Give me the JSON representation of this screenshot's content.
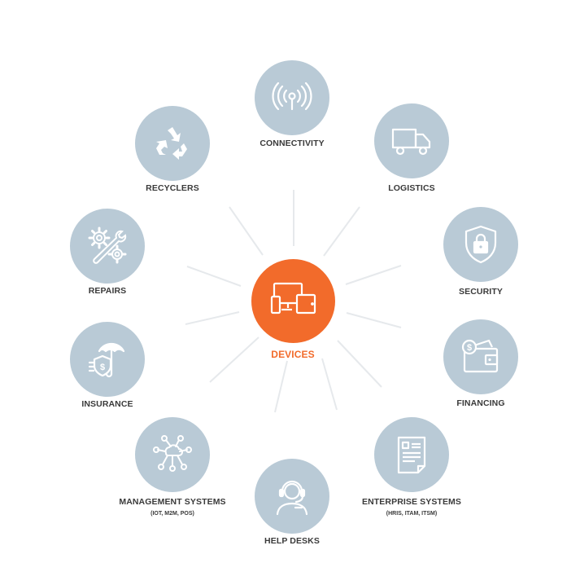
{
  "center": {
    "label": "DEVICES",
    "icon": "devices-icon",
    "color": "#f26b2b"
  },
  "nodes": [
    {
      "label": "CONNECTIVITY",
      "icon": "wireless-signal-icon"
    },
    {
      "label": "LOGISTICS",
      "icon": "truck-icon"
    },
    {
      "label": "SECURITY",
      "icon": "lock-shield-icon"
    },
    {
      "label": "FINANCING",
      "icon": "wallet-icon"
    },
    {
      "label": "ENTERPRISE SYSTEMS",
      "sublabel": "(HRIS, ITAM, ITSM)",
      "icon": "document-icon"
    },
    {
      "label": "HELP DESKS",
      "icon": "headset-agent-icon"
    },
    {
      "label": "MANAGEMENT SYSTEMS",
      "sublabel": "(IOT, M2M, POS)",
      "icon": "network-icon"
    },
    {
      "label": "INSURANCE",
      "icon": "umbrella-money-icon"
    },
    {
      "label": "REPAIRS",
      "icon": "gears-wrench-icon"
    },
    {
      "label": "RECYCLERS",
      "icon": "recycle-icon"
    }
  ],
  "colors": {
    "node": "#b9cad6",
    "connector": "#e6e9ec",
    "text": "#3a3a3a"
  }
}
